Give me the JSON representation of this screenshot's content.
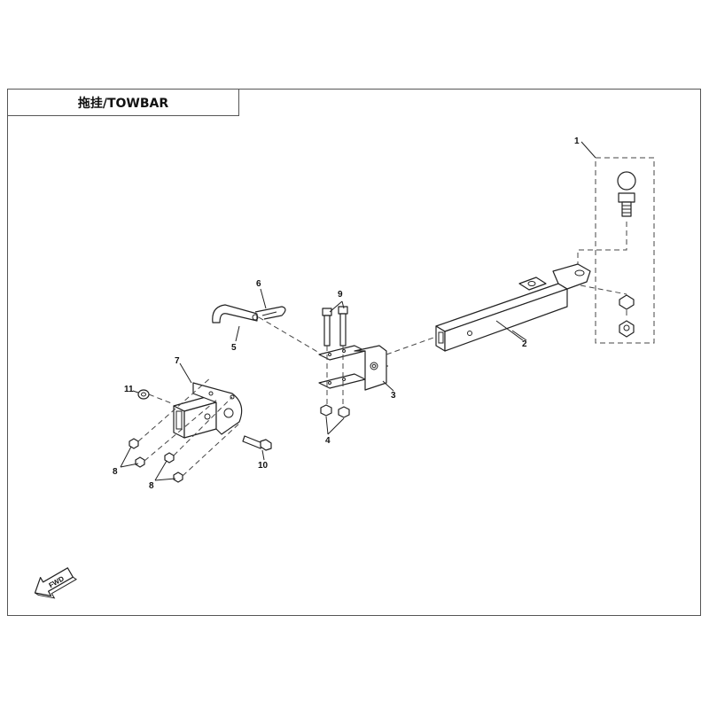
{
  "title": "拖挂/TOWBAR",
  "direction_label": "FWD",
  "callouts": [
    "1",
    "2",
    "3",
    "4",
    "5",
    "6",
    "7",
    "8",
    "8",
    "9",
    "10",
    "11"
  ]
}
